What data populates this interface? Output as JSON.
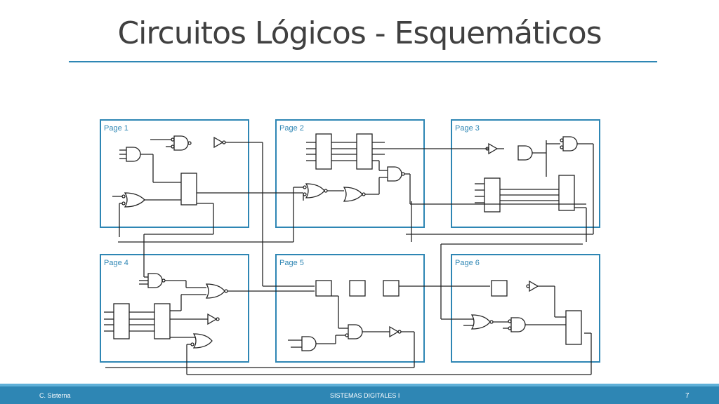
{
  "slide": {
    "title": "Circuitos Lógicos - Esquemáticos"
  },
  "pages": [
    {
      "label": "Page 1"
    },
    {
      "label": "Page 2"
    },
    {
      "label": "Page 3"
    },
    {
      "label": "Page 4"
    },
    {
      "label": "Page 5"
    },
    {
      "label": "Page 6"
    }
  ],
  "footer": {
    "author": "C. Sisterna",
    "course": "SISTEMAS DIGITALES I",
    "page_number": "7"
  },
  "colors": {
    "accent": "#2e86b4",
    "page_border": "#2e86b4",
    "wire": "#222222"
  }
}
